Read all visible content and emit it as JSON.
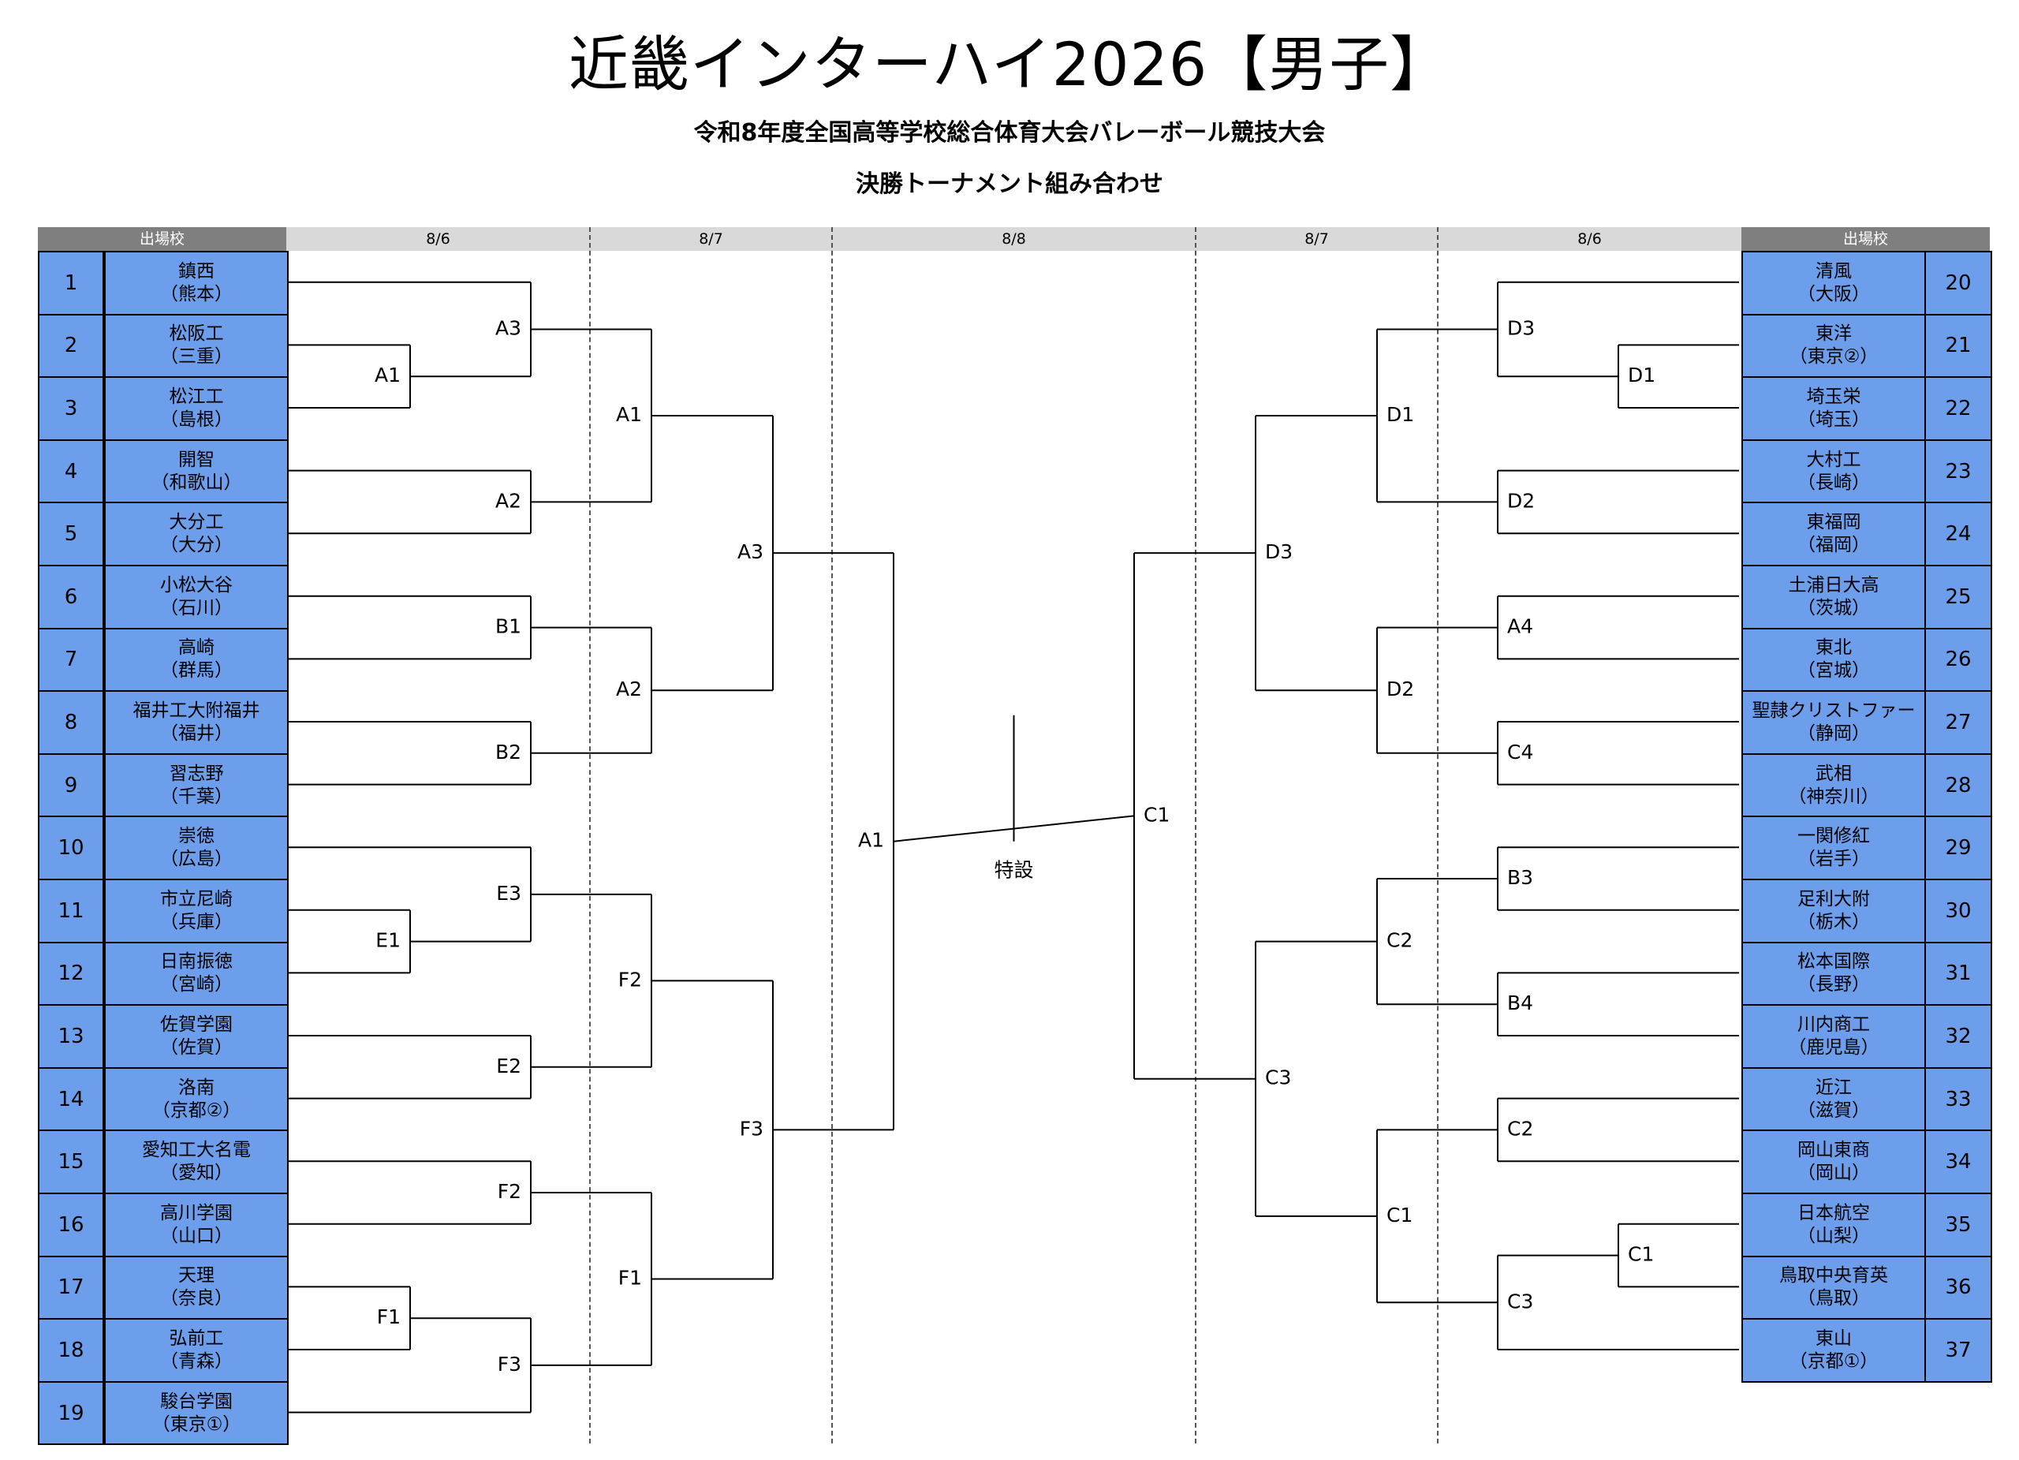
{
  "title": "近畿インターハイ2026【男子】",
  "subtitle1": "令和8年度全国高等学校総合体育大会バレーボール競技大会",
  "subtitle2": "決勝トーナメント組み合わせ",
  "headers": {
    "school_left": "出場校",
    "school_right": "出場校",
    "dates": [
      "8/6",
      "8/7",
      "8/8",
      "8/7",
      "8/6"
    ]
  },
  "left_teams": [
    {
      "no": "1",
      "name": "鎮西",
      "pref": "（熊本）"
    },
    {
      "no": "2",
      "name": "松阪工",
      "pref": "（三重）"
    },
    {
      "no": "3",
      "name": "松江工",
      "pref": "（島根）"
    },
    {
      "no": "4",
      "name": "開智",
      "pref": "（和歌山）"
    },
    {
      "no": "5",
      "name": "大分工",
      "pref": "（大分）"
    },
    {
      "no": "6",
      "name": "小松大谷",
      "pref": "（石川）"
    },
    {
      "no": "7",
      "name": "高崎",
      "pref": "（群馬）"
    },
    {
      "no": "8",
      "name": "福井工大附福井",
      "pref": "（福井）"
    },
    {
      "no": "9",
      "name": "習志野",
      "pref": "（千葉）"
    },
    {
      "no": "10",
      "name": "崇徳",
      "pref": "（広島）"
    },
    {
      "no": "11",
      "name": "市立尼崎",
      "pref": "（兵庫）"
    },
    {
      "no": "12",
      "name": "日南振徳",
      "pref": "（宮崎）"
    },
    {
      "no": "13",
      "name": "佐賀学園",
      "pref": "（佐賀）"
    },
    {
      "no": "14",
      "name": "洛南",
      "pref": "（京都②）"
    },
    {
      "no": "15",
      "name": "愛知工大名電",
      "pref": "（愛知）"
    },
    {
      "no": "16",
      "name": "高川学園",
      "pref": "（山口）"
    },
    {
      "no": "17",
      "name": "天理",
      "pref": "（奈良）"
    },
    {
      "no": "18",
      "name": "弘前工",
      "pref": "（青森）"
    },
    {
      "no": "19",
      "name": "駿台学園",
      "pref": "（東京①）"
    }
  ],
  "right_teams": [
    {
      "no": "20",
      "name": "清風",
      "pref": "（大阪）"
    },
    {
      "no": "21",
      "name": "東洋",
      "pref": "（東京②）"
    },
    {
      "no": "22",
      "name": "埼玉栄",
      "pref": "（埼玉）"
    },
    {
      "no": "23",
      "name": "大村工",
      "pref": "（長崎）"
    },
    {
      "no": "24",
      "name": "東福岡",
      "pref": "（福岡）"
    },
    {
      "no": "25",
      "name": "土浦日大高",
      "pref": "（茨城）"
    },
    {
      "no": "26",
      "name": "東北",
      "pref": "（宮城）"
    },
    {
      "no": "27",
      "name": "聖隷クリストファー",
      "pref": "（静岡）"
    },
    {
      "no": "28",
      "name": "武相",
      "pref": "（神奈川）"
    },
    {
      "no": "29",
      "name": "一関修紅",
      "pref": "（岩手）"
    },
    {
      "no": "30",
      "name": "足利大附",
      "pref": "（栃木）"
    },
    {
      "no": "31",
      "name": "松本国際",
      "pref": "（長野）"
    },
    {
      "no": "32",
      "name": "川内商工",
      "pref": "（鹿児島）"
    },
    {
      "no": "33",
      "name": "近江",
      "pref": "（滋賀）"
    },
    {
      "no": "34",
      "name": "岡山東商",
      "pref": "（岡山）"
    },
    {
      "no": "35",
      "name": "日本航空",
      "pref": "（山梨）"
    },
    {
      "no": "36",
      "name": "鳥取中央育英",
      "pref": "（鳥取）"
    },
    {
      "no": "37",
      "name": "東山",
      "pref": "（京都①）"
    }
  ],
  "court_labels": {
    "left_r1": [
      "A3",
      "A1",
      "A2",
      "B1",
      "B2",
      "E3",
      "E1",
      "E2",
      "F2",
      "F1",
      "F3"
    ],
    "left_r2": [
      "A1",
      "A2",
      "F2",
      "F1"
    ],
    "left_r3": [
      "A3",
      "F3"
    ],
    "left_semi": "A1",
    "final": "特設",
    "right_semi": "C1",
    "right_r3": [
      "D3",
      "C3"
    ],
    "right_r2": [
      "D1",
      "D2",
      "C2",
      "C1"
    ],
    "right_r1": [
      "D3",
      "D1",
      "D2",
      "A4",
      "C4",
      "B3",
      "B4",
      "C2",
      "C1",
      "C3"
    ]
  },
  "colors": {
    "team_cell": "#6d9eeb",
    "header_light": "#d9d9d9",
    "header_dark": "#7f7f7f"
  }
}
